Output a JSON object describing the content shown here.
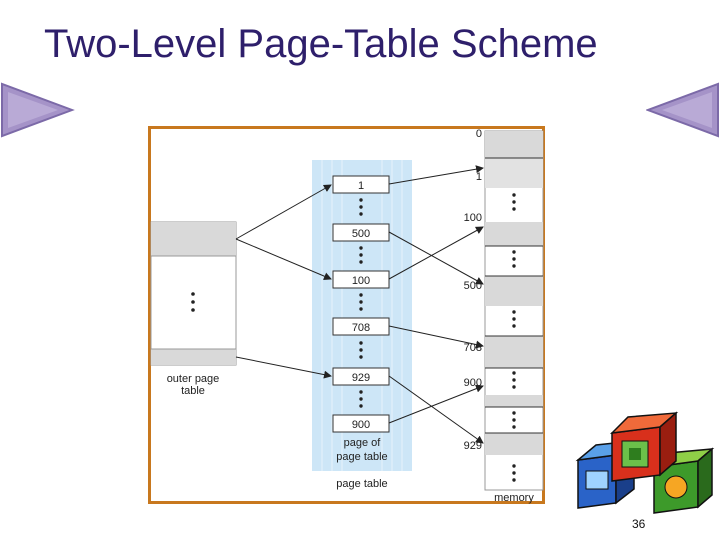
{
  "slide": {
    "title": "Two-Level Page-Table Scheme",
    "number": "36"
  },
  "diagram": {
    "outer_page_table_label_line1": "outer page",
    "outer_page_table_label_line2": "table",
    "page_of_page_table_label_line1": "page of",
    "page_of_page_table_label_line2": "page table",
    "page_table_label": "page table",
    "memory_label": "memory",
    "page_table_entries": [
      "1",
      "500",
      "100",
      "708",
      "929",
      "900"
    ],
    "memory_frame_labels": [
      "0",
      "1",
      "100",
      "500",
      "708",
      "900",
      "929"
    ]
  },
  "colors": {
    "title": "#2e1f6b",
    "frame_border": "#c8781e",
    "page_table_bg": "#cde6f7",
    "entry_box": "#ffffff",
    "gray_band": "#d9d9d9",
    "nav_arrow": "#a593c8"
  },
  "icons": [
    "prev-slide-arrow-icon",
    "next-slide-arrow-icon",
    "alphabet-blocks-icon"
  ]
}
